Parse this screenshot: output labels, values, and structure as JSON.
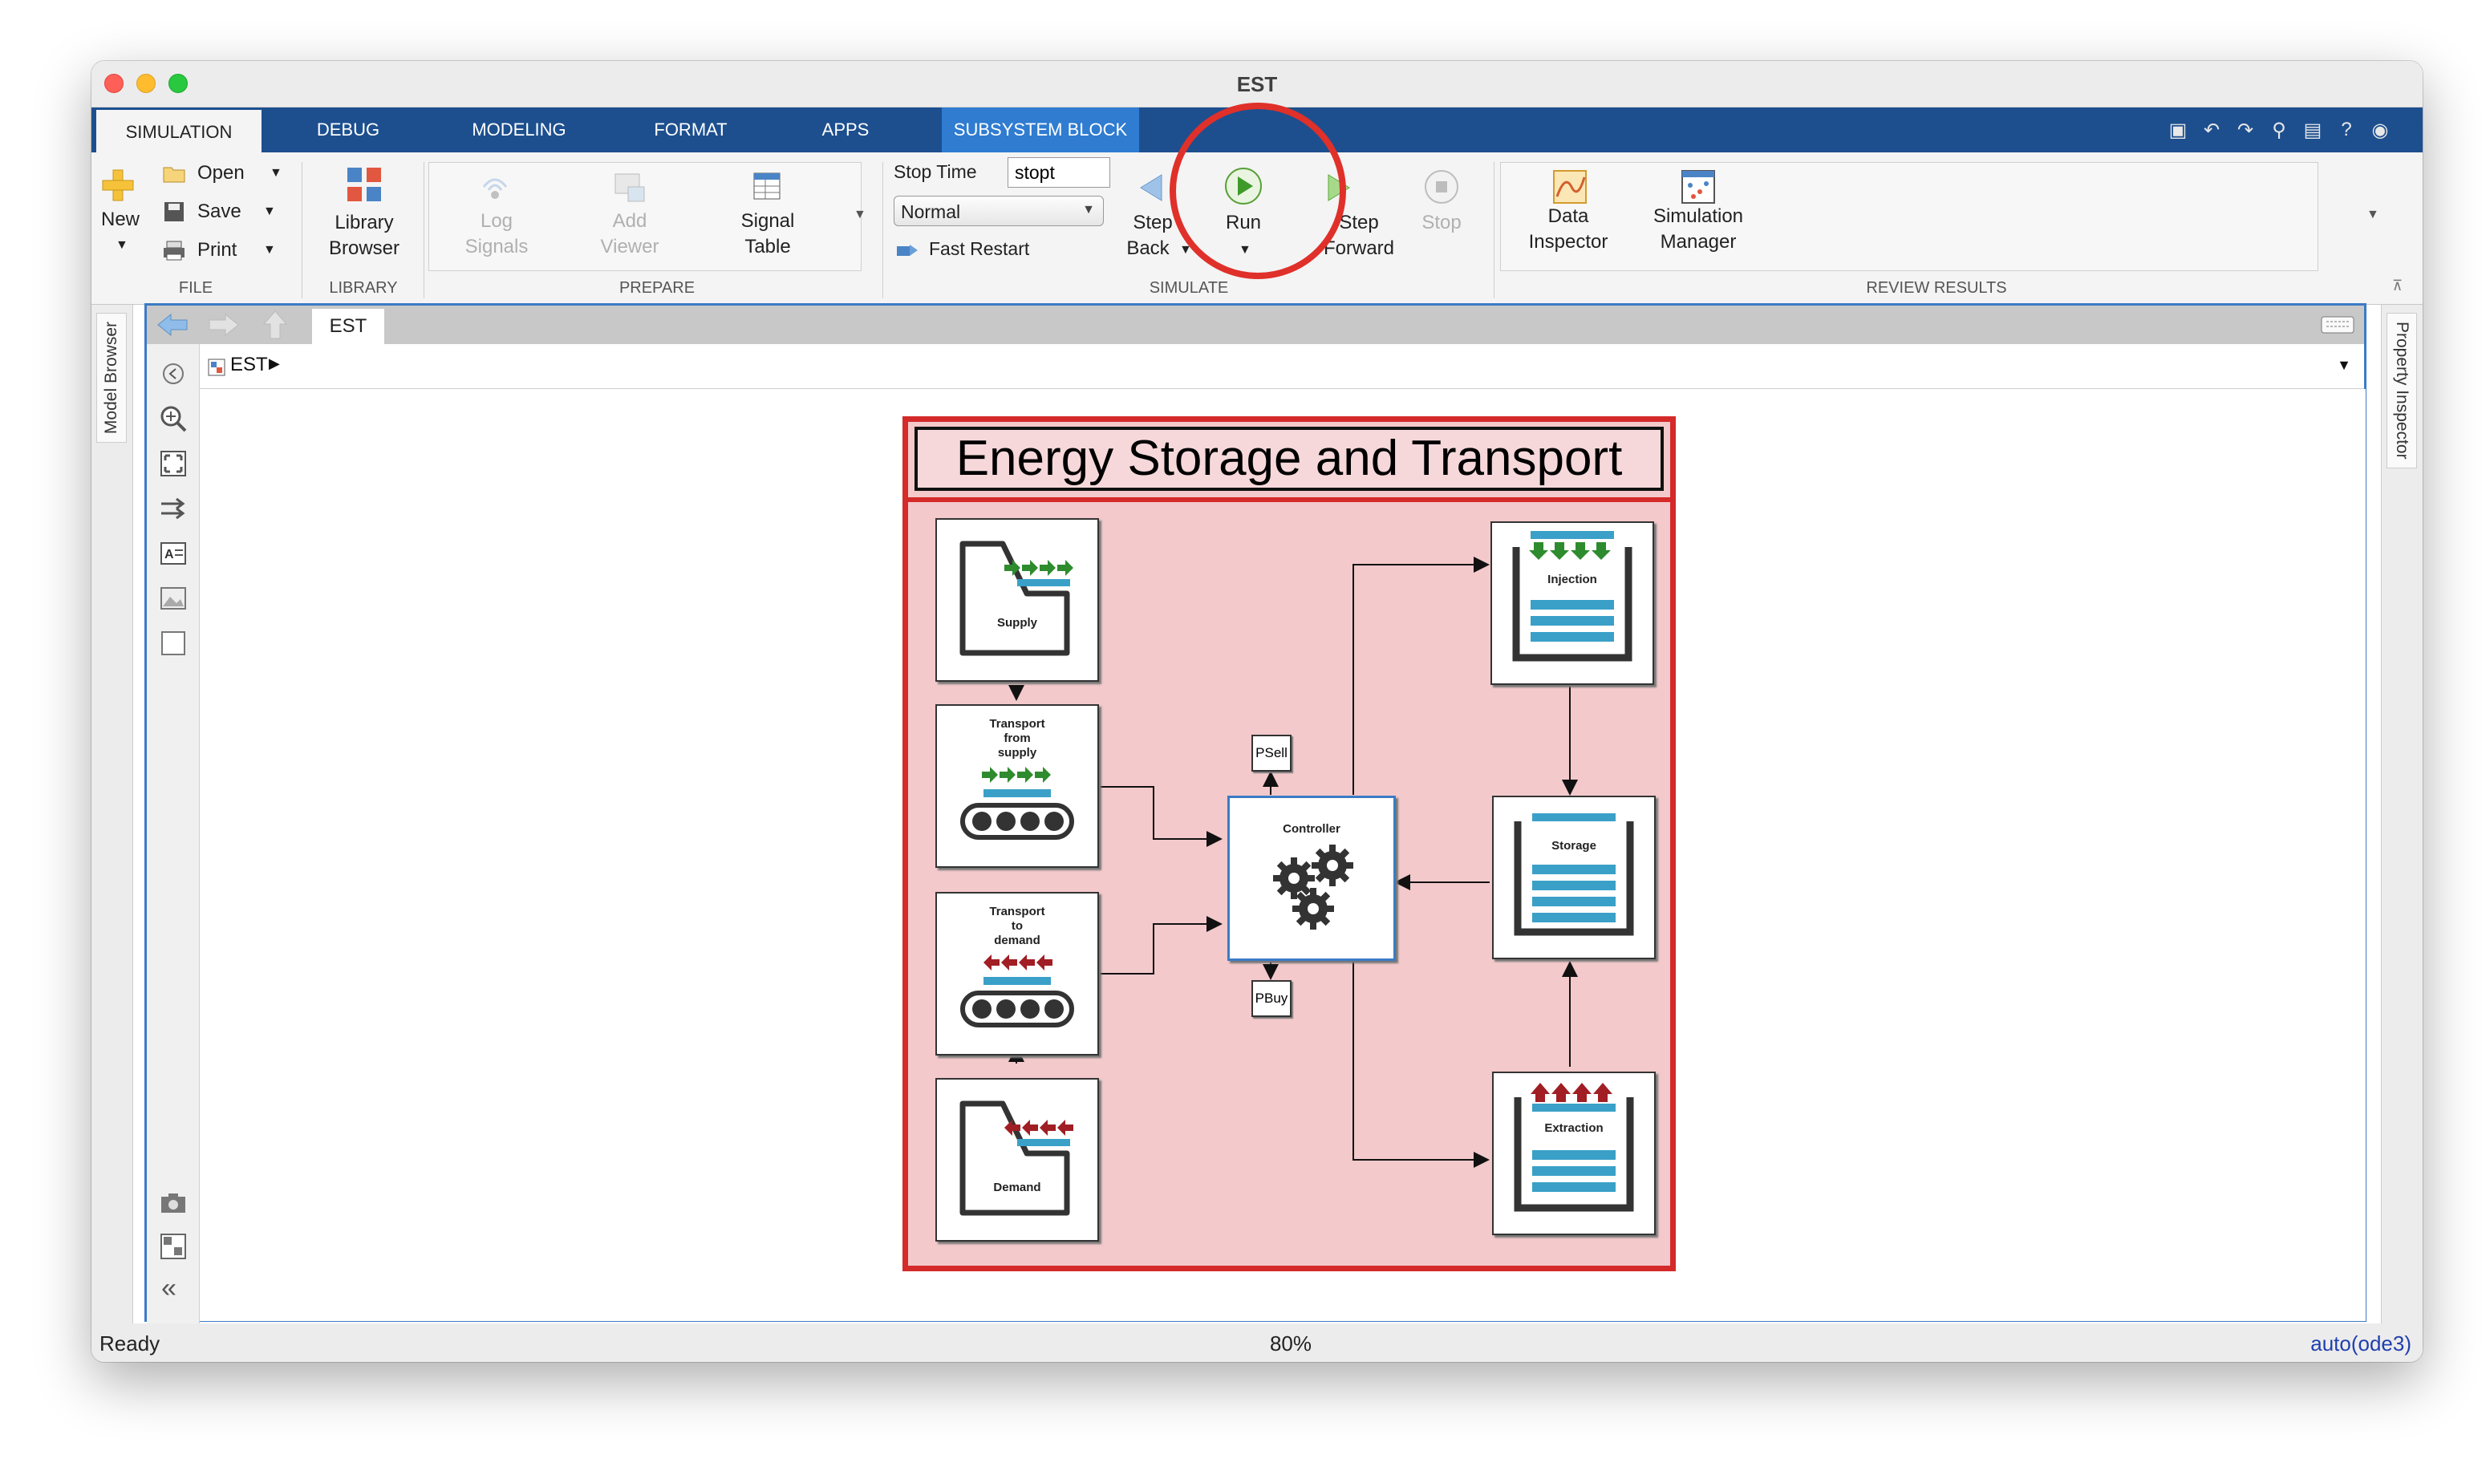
{
  "window": {
    "title": "EST"
  },
  "tabs": [
    {
      "label": "SIMULATION",
      "active": true
    },
    {
      "label": "DEBUG"
    },
    {
      "label": "MODELING"
    },
    {
      "label": "FORMAT"
    },
    {
      "label": "APPS"
    },
    {
      "label": "SUBSYSTEM BLOCK",
      "contextual": true
    }
  ],
  "ribbon": {
    "file": {
      "new": "New",
      "open": "Open",
      "save": "Save",
      "print": "Print",
      "section": "FILE"
    },
    "library": {
      "browser_l1": "Library",
      "browser_l2": "Browser",
      "section": "LIBRARY"
    },
    "prepare": {
      "log_l1": "Log",
      "log_l2": "Signals",
      "add_l1": "Add",
      "add_l2": "Viewer",
      "sig_l1": "Signal",
      "sig_l2": "Table",
      "section": "PREPARE"
    },
    "simulate": {
      "stop_time_label": "Stop Time",
      "stop_time_value": "stopt",
      "mode": "Normal",
      "fast_restart": "Fast Restart",
      "step_back_l1": "Step",
      "step_back_l2": "Back",
      "run": "Run",
      "step_fwd_l1": "Step",
      "step_fwd_l2": "Forward",
      "stop": "Stop",
      "section": "SIMULATE"
    },
    "review": {
      "di_l1": "Data",
      "di_l2": "Inspector",
      "sm_l1": "Simulation",
      "sm_l2": "Manager",
      "section": "REVIEW RESULTS"
    }
  },
  "sidebars": {
    "left": "Model Browser",
    "right": "Property Inspector"
  },
  "editor": {
    "tab": "EST",
    "breadcrumb": "EST"
  },
  "diagram": {
    "title": "Energy Storage and Transport",
    "blocks": {
      "supply": "Supply",
      "transport_from_supply": [
        "Transport",
        "from",
        "supply"
      ],
      "transport_to_demand": [
        "Transport",
        "to",
        "demand"
      ],
      "demand": "Demand",
      "controller": "Controller",
      "psell": "PSell",
      "pbuy": "PBuy",
      "injection": "Injection",
      "storage": "Storage",
      "extraction": "Extraction"
    }
  },
  "status": {
    "left": "Ready",
    "zoom": "80%",
    "solver": "auto(ode3)"
  },
  "annotation": {
    "color": "#e0302a"
  },
  "colors": {
    "tab_bar": "#1d4f8f",
    "subsystem_tab": "#2f7cd1",
    "subsystem_fill": "#f3c9cb",
    "subsystem_border": "#d42a2a",
    "green": "#2e8b2e",
    "dark_red": "#a01e24",
    "teal": "#3aa0c8"
  }
}
